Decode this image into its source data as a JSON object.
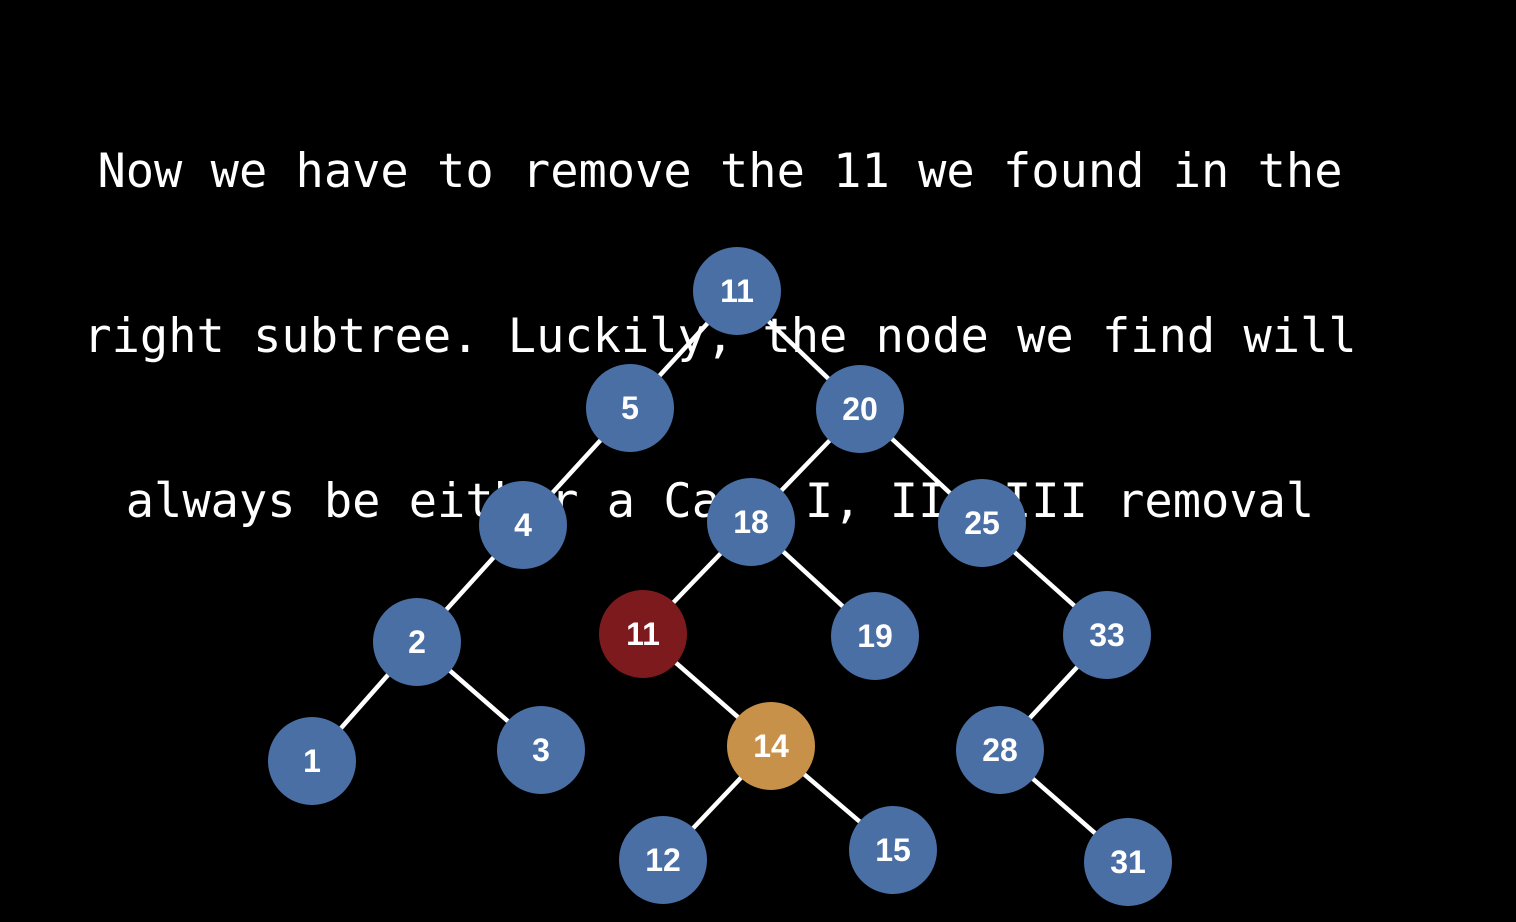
{
  "caption": {
    "lines": [
      "Now we have to remove the 11 we found in the",
      "right subtree. Luckily, the node we find will",
      "always be either a Case I, II, III removal"
    ]
  },
  "colors": {
    "background": "#000000",
    "node_default": "#4a6fa5",
    "node_removing": "#7d1a1e",
    "node_highlight": "#c8914a",
    "edge": "#ffffff",
    "text": "#ffffff"
  },
  "tree": {
    "nodes": [
      {
        "id": "n11root",
        "label": "11",
        "state": "default"
      },
      {
        "id": "n5",
        "label": "5",
        "state": "default"
      },
      {
        "id": "n20",
        "label": "20",
        "state": "default"
      },
      {
        "id": "n4",
        "label": "4",
        "state": "default"
      },
      {
        "id": "n18",
        "label": "18",
        "state": "default"
      },
      {
        "id": "n25",
        "label": "25",
        "state": "default"
      },
      {
        "id": "n2",
        "label": "2",
        "state": "default"
      },
      {
        "id": "n11",
        "label": "11",
        "state": "removing"
      },
      {
        "id": "n19",
        "label": "19",
        "state": "default"
      },
      {
        "id": "n33",
        "label": "33",
        "state": "default"
      },
      {
        "id": "n1",
        "label": "1",
        "state": "default"
      },
      {
        "id": "n3",
        "label": "3",
        "state": "default"
      },
      {
        "id": "n14",
        "label": "14",
        "state": "highlight"
      },
      {
        "id": "n28",
        "label": "28",
        "state": "default"
      },
      {
        "id": "n12",
        "label": "12",
        "state": "default"
      },
      {
        "id": "n15",
        "label": "15",
        "state": "default"
      },
      {
        "id": "n31",
        "label": "31",
        "state": "default"
      }
    ],
    "edges": [
      [
        "n11root",
        "n5"
      ],
      [
        "n11root",
        "n20"
      ],
      [
        "n5",
        "n4"
      ],
      [
        "n4",
        "n2"
      ],
      [
        "n2",
        "n1"
      ],
      [
        "n2",
        "n3"
      ],
      [
        "n20",
        "n18"
      ],
      [
        "n20",
        "n25"
      ],
      [
        "n18",
        "n11"
      ],
      [
        "n18",
        "n19"
      ],
      [
        "n11",
        "n14"
      ],
      [
        "n14",
        "n12"
      ],
      [
        "n14",
        "n15"
      ],
      [
        "n25",
        "n33"
      ],
      [
        "n33",
        "n28"
      ],
      [
        "n28",
        "n31"
      ]
    ]
  }
}
